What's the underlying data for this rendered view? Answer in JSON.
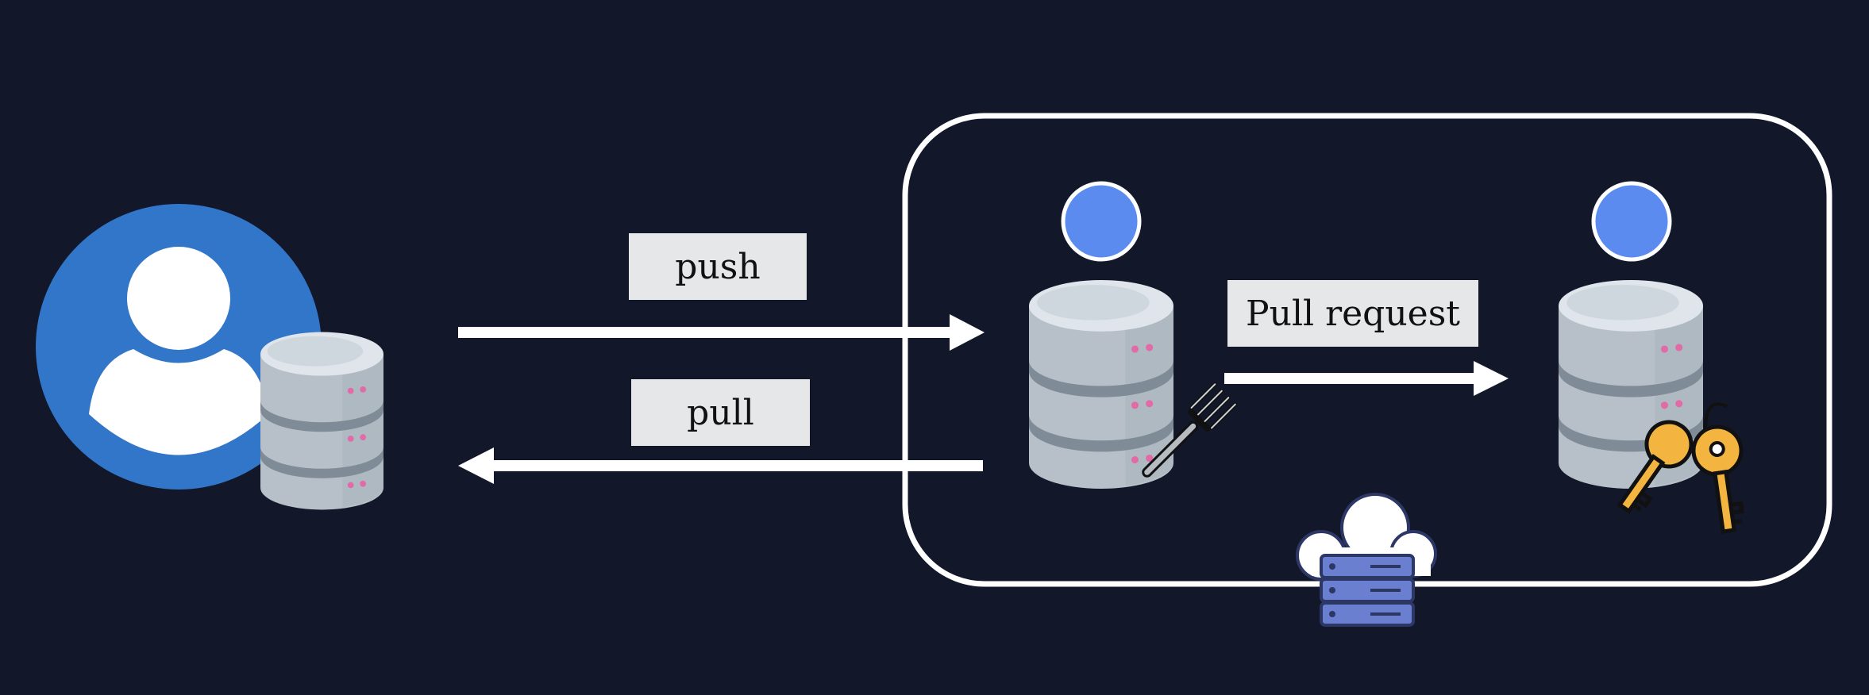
{
  "diagram": {
    "labels": {
      "push": "push",
      "pull": "pull",
      "pull_request": "Pull request"
    },
    "icons": {
      "local_user": "user-avatar-icon",
      "local_repo": "database-icon",
      "fork_repo": "database-icon",
      "fork_badge": "fork-icon",
      "upstream_repo": "database-icon",
      "upstream_badge": "keys-icon",
      "remote_host": "cloud-server-icon",
      "repo_owner": "user-circle-icon"
    },
    "colors": {
      "background": "#12172a",
      "avatar_blue": "#3176c9",
      "owner_blue": "#5b8bef",
      "label_bg": "#e6e7e8",
      "arrow": "#ffffff",
      "cylinder": "#b7c0c8",
      "key": "#f3b53f",
      "server": "#6a7fcf"
    }
  }
}
